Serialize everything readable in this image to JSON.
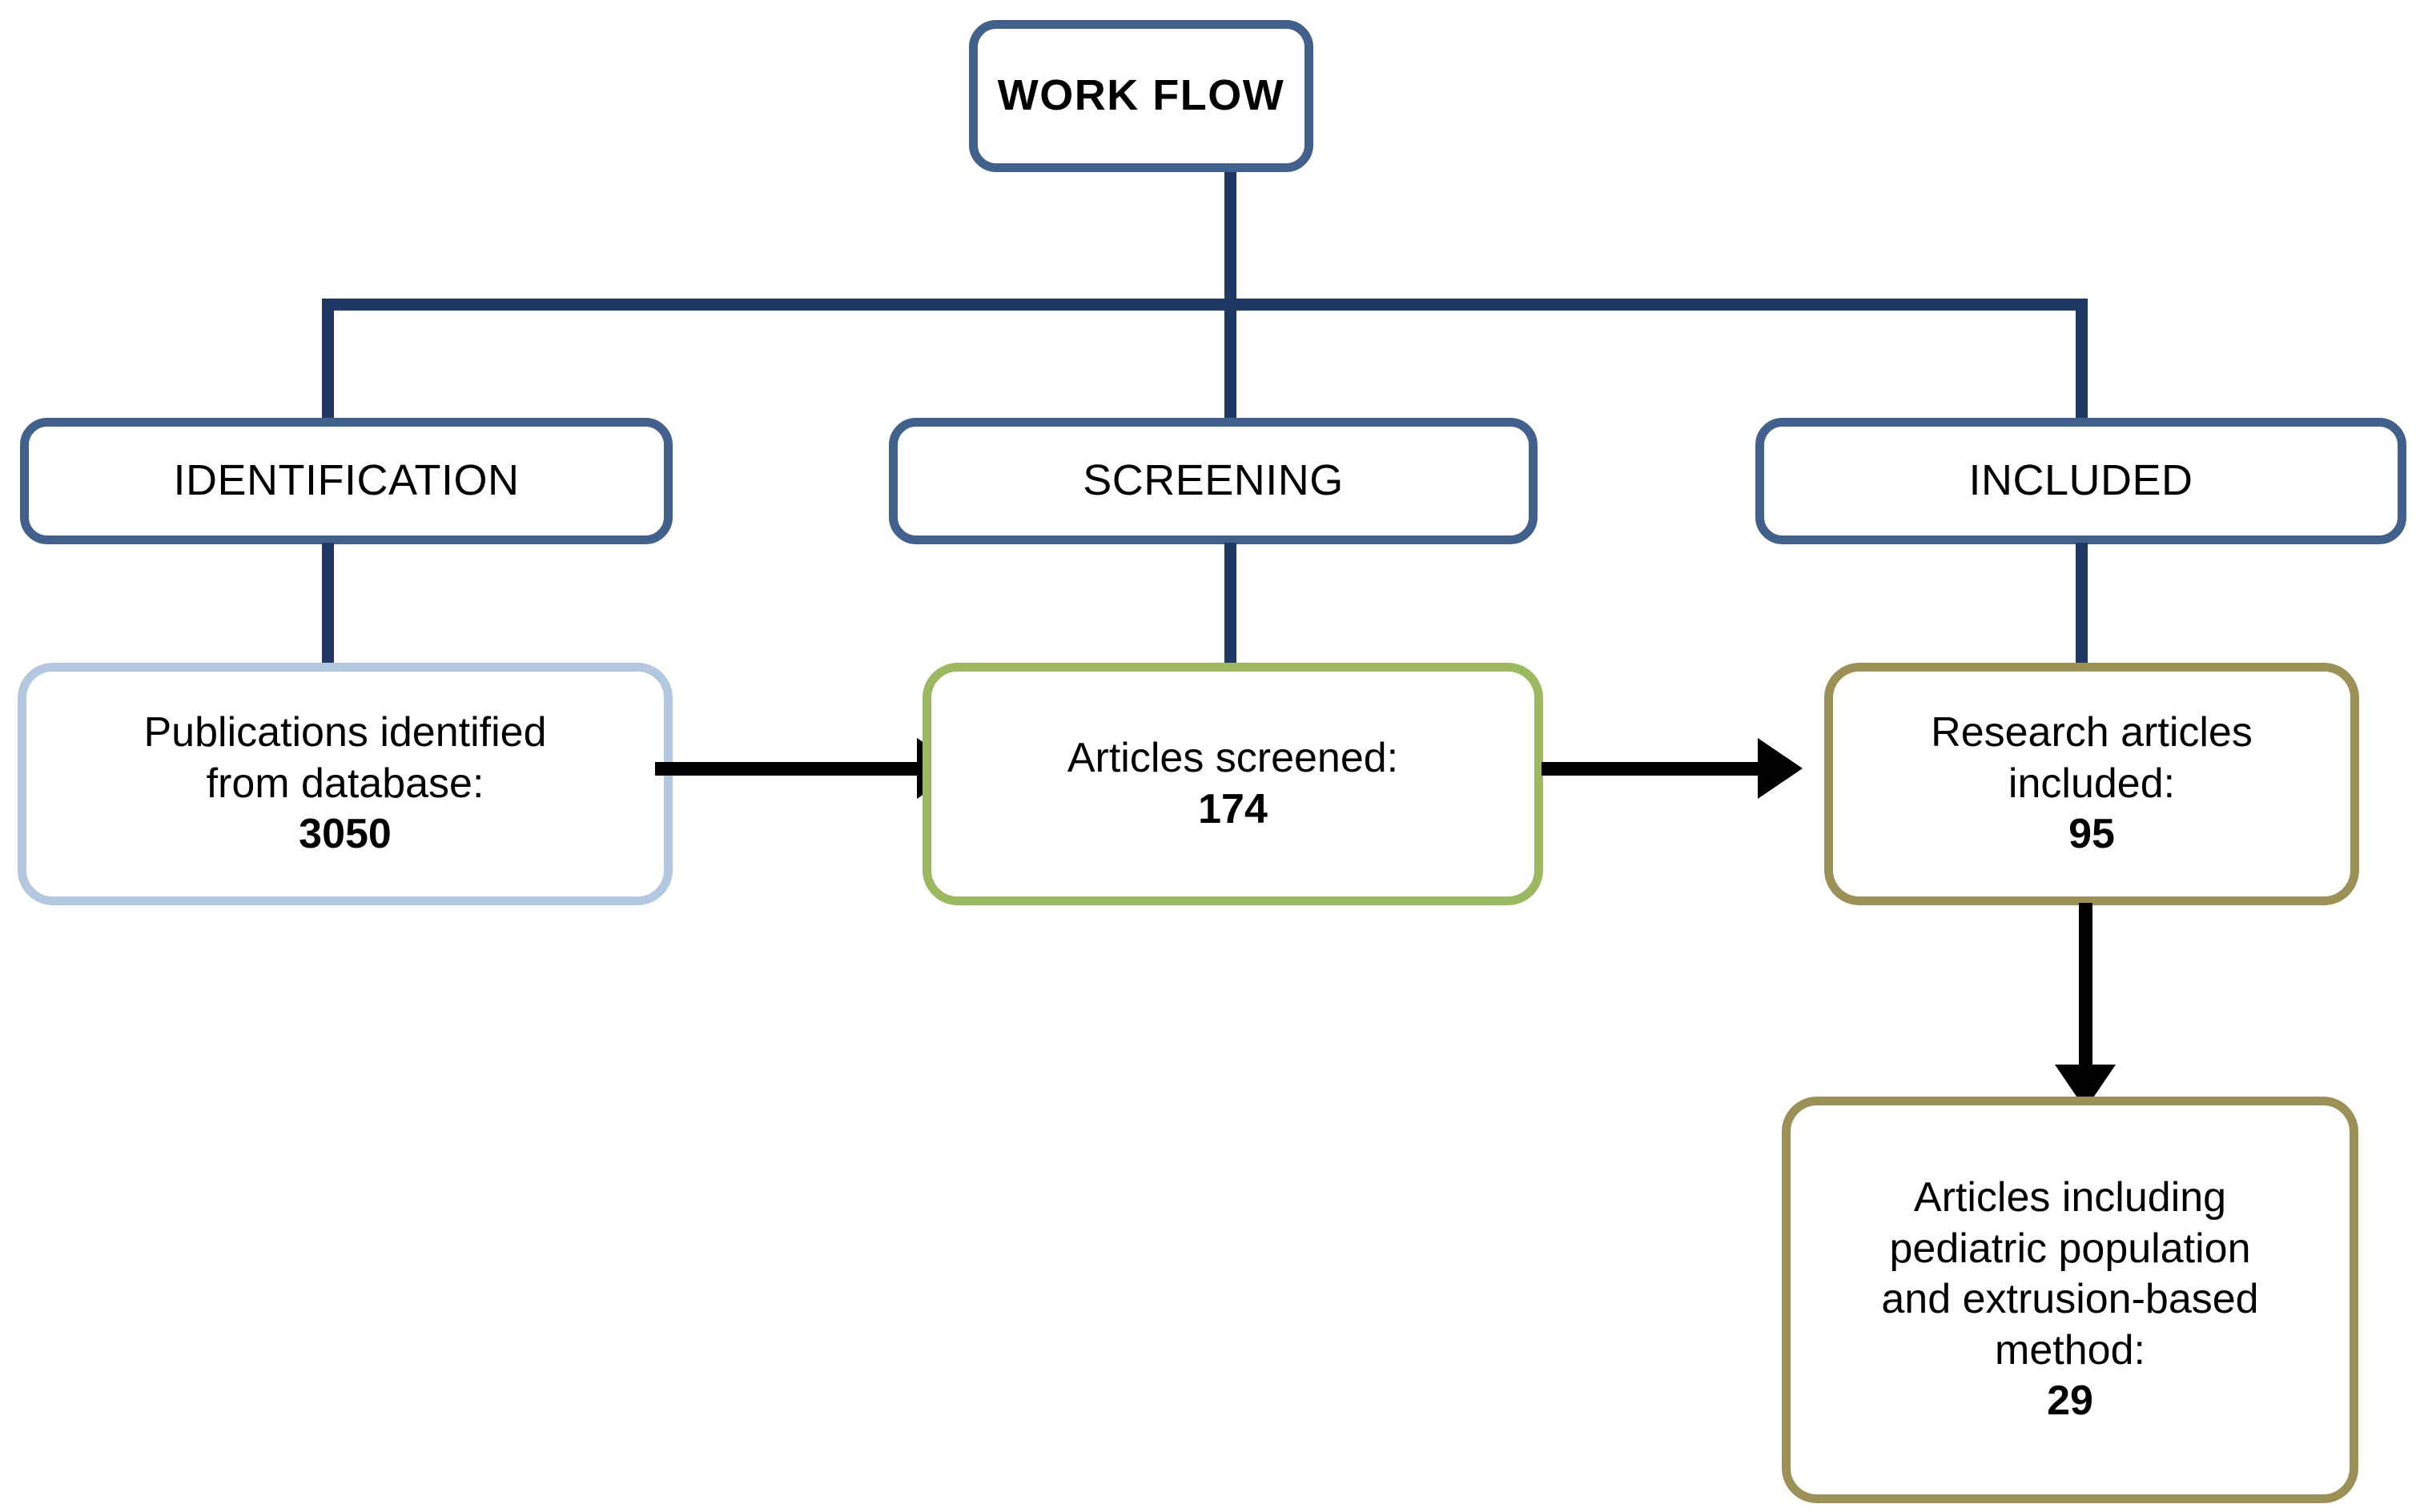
{
  "diagram": {
    "title_box": {
      "label": "WORK FLOW"
    },
    "stages": [
      {
        "id": "identification",
        "label": "IDENTIFICATION"
      },
      {
        "id": "screening",
        "label": "SCREENING"
      },
      {
        "id": "included",
        "label": "INCLUDED"
      }
    ],
    "nodes": [
      {
        "id": "publications-identified",
        "line1": "Publications identified",
        "line2": "from database:",
        "count": "3050",
        "border_color": "#b4c7e0"
      },
      {
        "id": "articles-screened",
        "line1": "Articles screened:",
        "count": "174",
        "border_color": "#9cb961"
      },
      {
        "id": "research-articles-included",
        "line1": "Research articles",
        "line2": "included:",
        "count": "95",
        "border_color": "#9b9055"
      },
      {
        "id": "articles-pediatric-extrusion",
        "line1": "Articles including",
        "line2": "pediatric population",
        "line3": "and extrusion-based",
        "line4": "method:",
        "count": "29",
        "border_color": "#9b9055"
      }
    ],
    "colors": {
      "connector_navy": "#1f3864",
      "stage_border_blue": "#41618c",
      "arrow_black": "#000000",
      "background": "#ffffff"
    }
  }
}
